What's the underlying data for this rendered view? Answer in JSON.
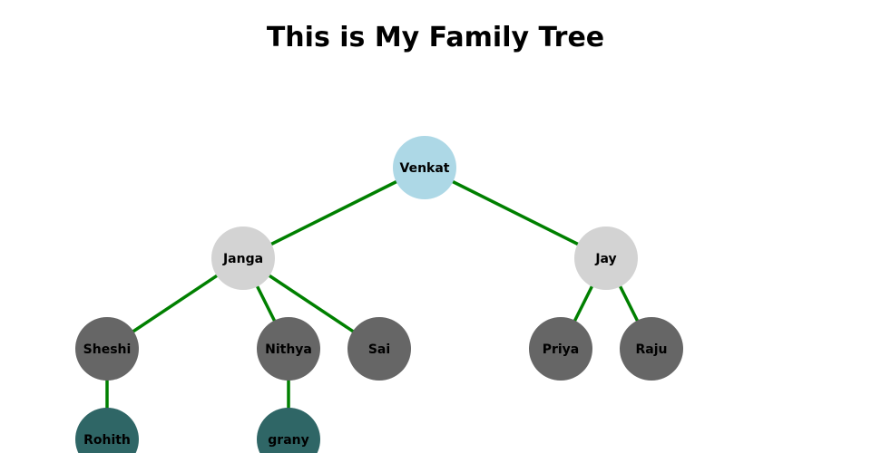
{
  "title": "This is My Family Tree",
  "colors": {
    "link": "#008000",
    "root": "#add8e6",
    "level1": "#d3d3d3",
    "level2": "#666666",
    "level3": "#2f6666",
    "text": "#000000"
  },
  "tree": {
    "name": "Venkat",
    "children": [
      {
        "name": "Janga",
        "children": [
          {
            "name": "Sheshi",
            "children": [
              {
                "name": "Rohith"
              }
            ]
          },
          {
            "name": "Nithya",
            "children": [
              {
                "name": "grany"
              }
            ]
          },
          {
            "name": "Sai"
          }
        ]
      },
      {
        "name": "Jay",
        "children": [
          {
            "name": "Priya"
          },
          {
            "name": "Raju"
          }
        ]
      }
    ]
  }
}
